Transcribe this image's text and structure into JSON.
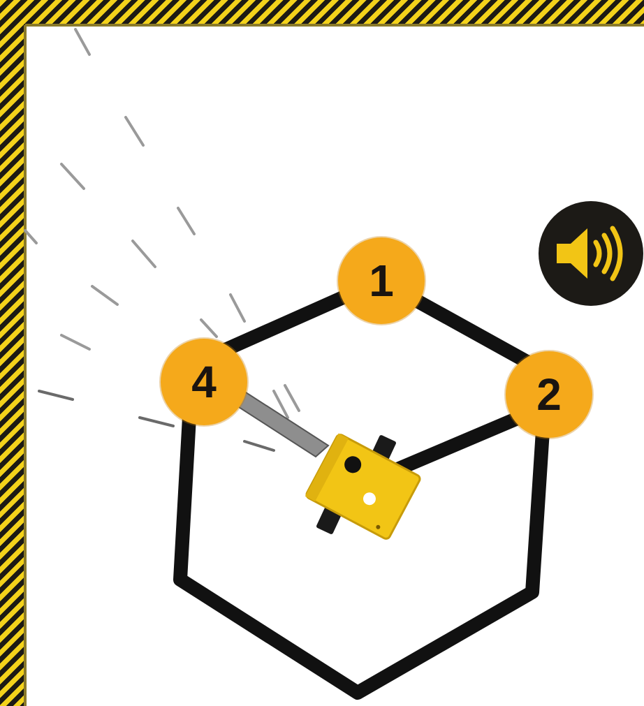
{
  "colors": {
    "hazard_yellow": "#f3d21b",
    "hazard_black": "#1c1a14",
    "waypoint": "#f5a91b",
    "path": "#111111",
    "robot_body": "#f2c515",
    "sound_button_bg": "#1c1a16",
    "sound_icon": "#f2c515"
  },
  "waypoints": [
    {
      "label": "1"
    },
    {
      "label": "2"
    },
    {
      "label": "4"
    }
  ],
  "sound_button": {
    "icon": "speaker-volume-icon"
  }
}
